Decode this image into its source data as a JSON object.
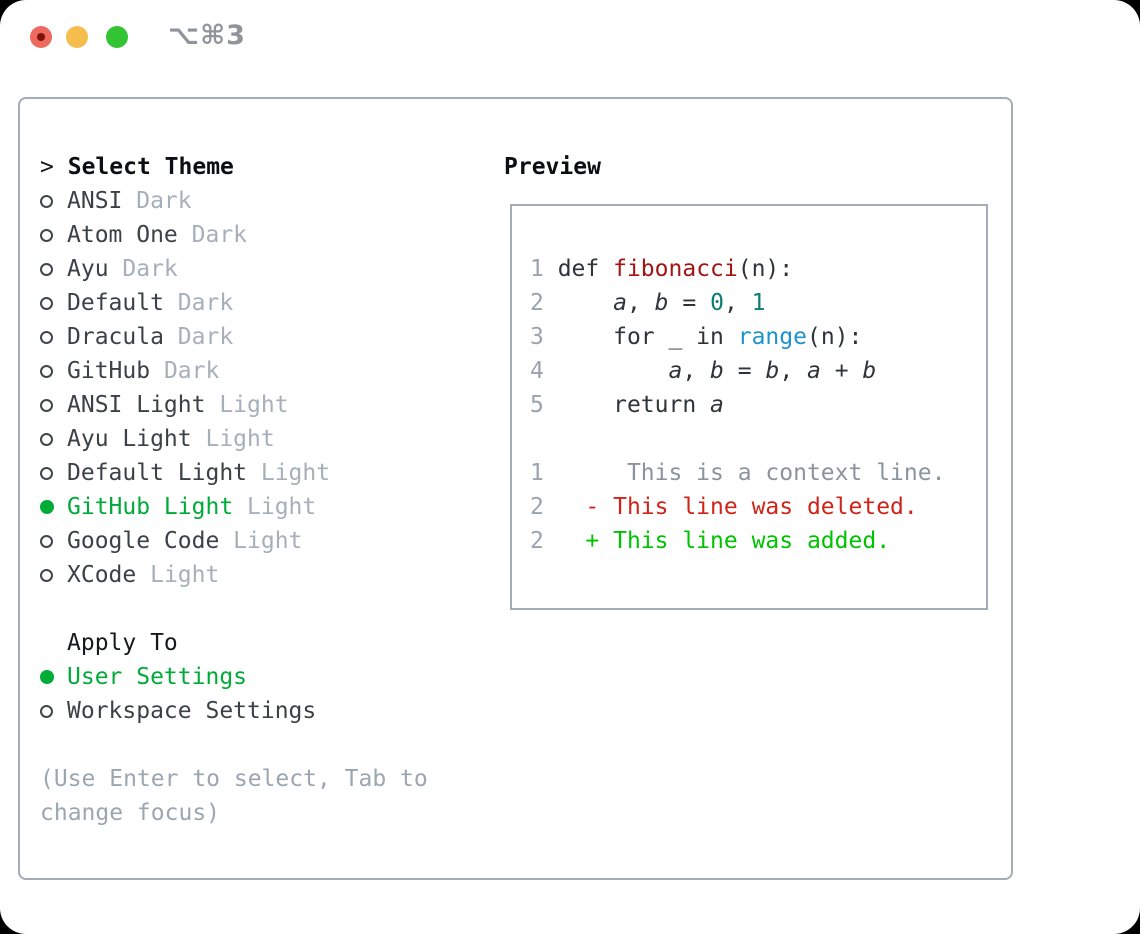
{
  "window": {
    "title": "⌥⌘3",
    "traffic_lights": [
      "close-button",
      "minimize-button",
      "zoom-button"
    ]
  },
  "theme_picker": {
    "cursor": ">",
    "header": "Select Theme",
    "items": [
      {
        "name": "ANSI",
        "tag": "Dark",
        "selected": false
      },
      {
        "name": "Atom One",
        "tag": "Dark",
        "selected": false
      },
      {
        "name": "Ayu",
        "tag": "Dark",
        "selected": false
      },
      {
        "name": "Default",
        "tag": "Dark",
        "selected": false
      },
      {
        "name": "Dracula",
        "tag": "Dark",
        "selected": false
      },
      {
        "name": "GitHub",
        "tag": "Dark",
        "selected": false
      },
      {
        "name": "ANSI Light",
        "tag": "Light",
        "selected": false
      },
      {
        "name": "Ayu Light",
        "tag": "Light",
        "selected": false
      },
      {
        "name": "Default Light",
        "tag": "Light",
        "selected": false
      },
      {
        "name": "GitHub Light",
        "tag": "Light",
        "selected": true
      },
      {
        "name": "Google Code",
        "tag": "Light",
        "selected": false
      },
      {
        "name": "XCode",
        "tag": "Light",
        "selected": false
      }
    ],
    "apply_header": "Apply To",
    "apply_items": [
      {
        "name": "User Settings",
        "selected": true
      },
      {
        "name": "Workspace Settings",
        "selected": false
      }
    ],
    "hint": "(Use Enter to select, Tab to change focus)"
  },
  "preview": {
    "header": "Preview",
    "lines": [
      [
        {
          "t": "1",
          "c": "ln"
        },
        {
          "t": " def ",
          "c": "code"
        },
        {
          "t": "fibonacci",
          "c": "func"
        },
        {
          "t": "(n):",
          "c": "code"
        }
      ],
      [
        {
          "t": "2",
          "c": "ln"
        },
        {
          "t": "     ",
          "c": "code"
        },
        {
          "t": "a",
          "c": "var"
        },
        {
          "t": ", ",
          "c": "code"
        },
        {
          "t": "b",
          "c": "var"
        },
        {
          "t": " = ",
          "c": "code"
        },
        {
          "t": "0",
          "c": "num"
        },
        {
          "t": ", ",
          "c": "code"
        },
        {
          "t": "1",
          "c": "num"
        }
      ],
      [
        {
          "t": "3",
          "c": "ln"
        },
        {
          "t": "     for _ in ",
          "c": "code"
        },
        {
          "t": "range",
          "c": "builtin"
        },
        {
          "t": "(n):",
          "c": "code"
        }
      ],
      [
        {
          "t": "4",
          "c": "ln"
        },
        {
          "t": "         ",
          "c": "code"
        },
        {
          "t": "a",
          "c": "var"
        },
        {
          "t": ", ",
          "c": "code"
        },
        {
          "t": "b",
          "c": "var"
        },
        {
          "t": " = ",
          "c": "code"
        },
        {
          "t": "b",
          "c": "var"
        },
        {
          "t": ", ",
          "c": "code"
        },
        {
          "t": "a",
          "c": "var"
        },
        {
          "t": " + ",
          "c": "code"
        },
        {
          "t": "b",
          "c": "var"
        }
      ],
      [
        {
          "t": "5",
          "c": "ln"
        },
        {
          "t": "     return ",
          "c": "code"
        },
        {
          "t": "a",
          "c": "var"
        }
      ],
      [],
      [
        {
          "t": "1",
          "c": "ln"
        },
        {
          "t": "      This is a context line.",
          "c": "ctx"
        }
      ],
      [
        {
          "t": "2",
          "c": "ln"
        },
        {
          "t": "   - This line was deleted.",
          "c": "del"
        }
      ],
      [
        {
          "t": "2",
          "c": "ln"
        },
        {
          "t": "   + This line was added.",
          "c": "add"
        }
      ]
    ]
  },
  "colors": {
    "selection_green": "#00ab38",
    "added_green": "#00c300",
    "deleted_red": "#cf2418",
    "function_red": "#a31515",
    "number_teal": "#0c7d74",
    "builtin_blue": "#1d93cc",
    "muted_gray": "#a6afba",
    "border_gray": "#a4acb8",
    "text_dark": "#2f343a"
  }
}
